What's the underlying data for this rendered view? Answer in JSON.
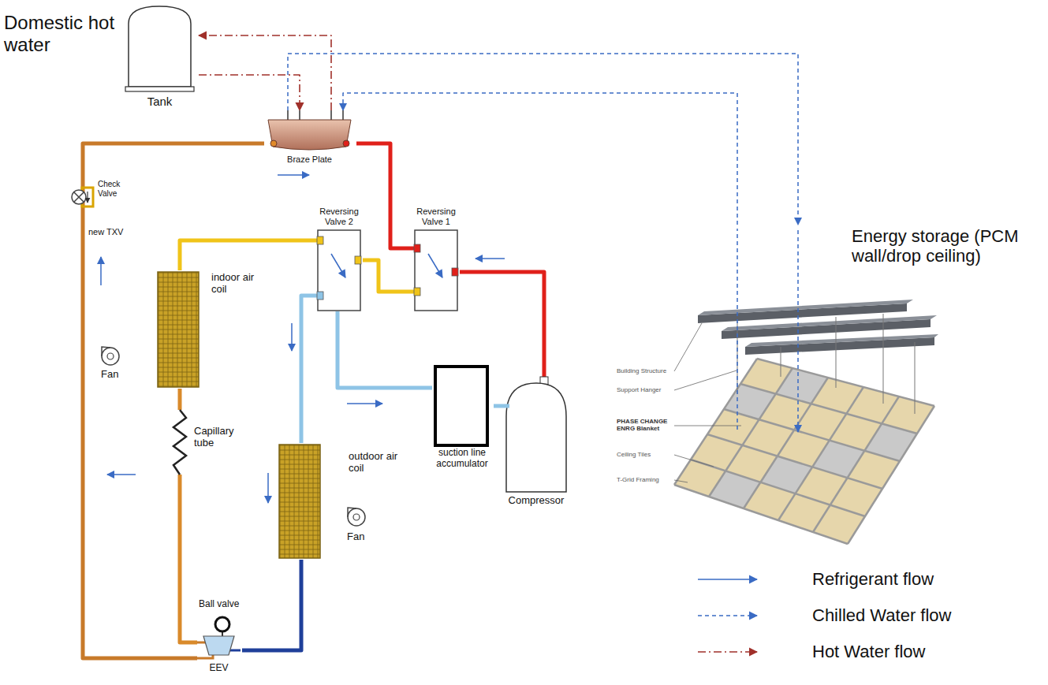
{
  "diagram": {
    "nodes": [
      {
        "text": [
          "Tank"
        ]
      },
      {
        "text": [
          "Braze Plate"
        ]
      },
      {
        "text": [
          "Reversing Valve 2"
        ]
      },
      {
        "text": [
          "Reversing Valve 1"
        ]
      },
      {
        "text": [
          "Energy storage (PCM wall/drop ceiling)"
        ]
      },
      {
        "text": [
          "indoor air coil"
        ]
      },
      {
        "text": [
          "suction line accumulator"
        ]
      },
      {
        "text": [
          "Compressor"
        ]
      },
      {
        "text": [
          "outdoor air coil"
        ]
      },
      {
        "text": [
          "EEV"
        ]
      }
    ],
    "edges": [
      {
        "from": 1,
        "to": 0,
        "arrow": "to"
      },
      {
        "from": 0,
        "to": 1,
        "arrow": "to"
      },
      {
        "from": 1,
        "to": 4,
        "arrow": "to"
      },
      {
        "from": 4,
        "to": 1,
        "arrow": "to"
      },
      {
        "from": 7,
        "to": 3,
        "arrow": "none"
      },
      {
        "from": 3,
        "to": 1,
        "arrow": "none"
      },
      {
        "from": 3,
        "to": 2,
        "arrow": "none"
      },
      {
        "from": 2,
        "to": 5,
        "arrow": "none"
      },
      {
        "from": 2,
        "to": 8,
        "arrow": "none"
      },
      {
        "from": 2,
        "to": 6,
        "arrow": "none"
      },
      {
        "from": 6,
        "to": 7,
        "arrow": "none"
      },
      {
        "from": 5,
        "to": 9,
        "arrow": "none"
      },
      {
        "from": 9,
        "to": 8,
        "arrow": "none"
      },
      {
        "from": 1,
        "to": 9,
        "arrow": "none"
      }
    ],
    "labels": [
      "Domestic hot water",
      "Check Valve",
      "new TXV",
      "Fan",
      "Capillary tube",
      "Ball valve",
      "Fan",
      "Building Structure",
      "Support Hanger",
      "PHASE CHANGE ENRG Blanket",
      "Ceiling Tiles",
      "T-Grid Framing"
    ],
    "legend": [
      {
        "text": "Refrigerant flow"
      },
      {
        "text": "Chilled Water flow"
      },
      {
        "text": "Hot Water flow"
      }
    ]
  }
}
